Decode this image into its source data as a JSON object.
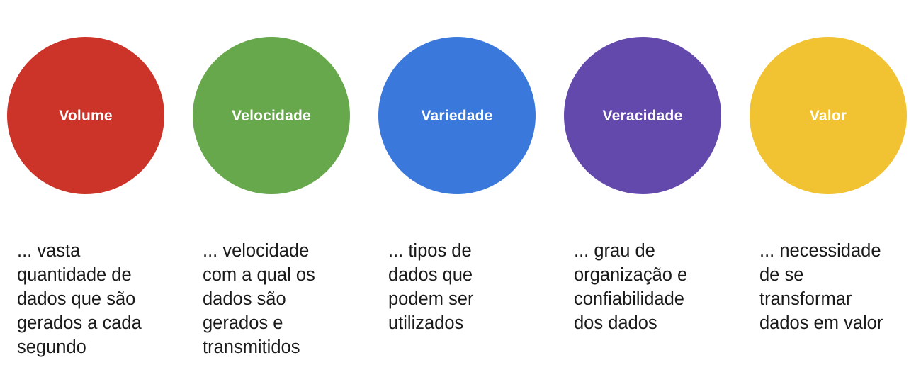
{
  "background_color": "#ffffff",
  "diagram": {
    "type": "five-circle-concept-row",
    "items": [
      {
        "label": "Volume",
        "color": "#CC3329",
        "label_color": "#ffffff",
        "description": "... vasta\nquantidade de\ndados que são\ngerados a cada\nsegundo"
      },
      {
        "label": "Velocidade",
        "color": "#68A84C",
        "label_color": "#ffffff",
        "description": "... velocidade\ncom a qual os\ndados são\ngerados e\ntransmitidos"
      },
      {
        "label": "Variedade",
        "color": "#3A78DB",
        "label_color": "#ffffff",
        "description": "... tipos de\ndados que\npodem ser\nutilizados"
      },
      {
        "label": "Veracidade",
        "color": "#6449AC",
        "label_color": "#ffffff",
        "description": "... grau de\norganização e\nconfiabilidade\ndos dados"
      },
      {
        "label": "Valor",
        "color": "#F1C232",
        "label_color": "#ffffff",
        "description": "... necessidade\nde se\ntransformar\ndados em valor"
      }
    ]
  }
}
